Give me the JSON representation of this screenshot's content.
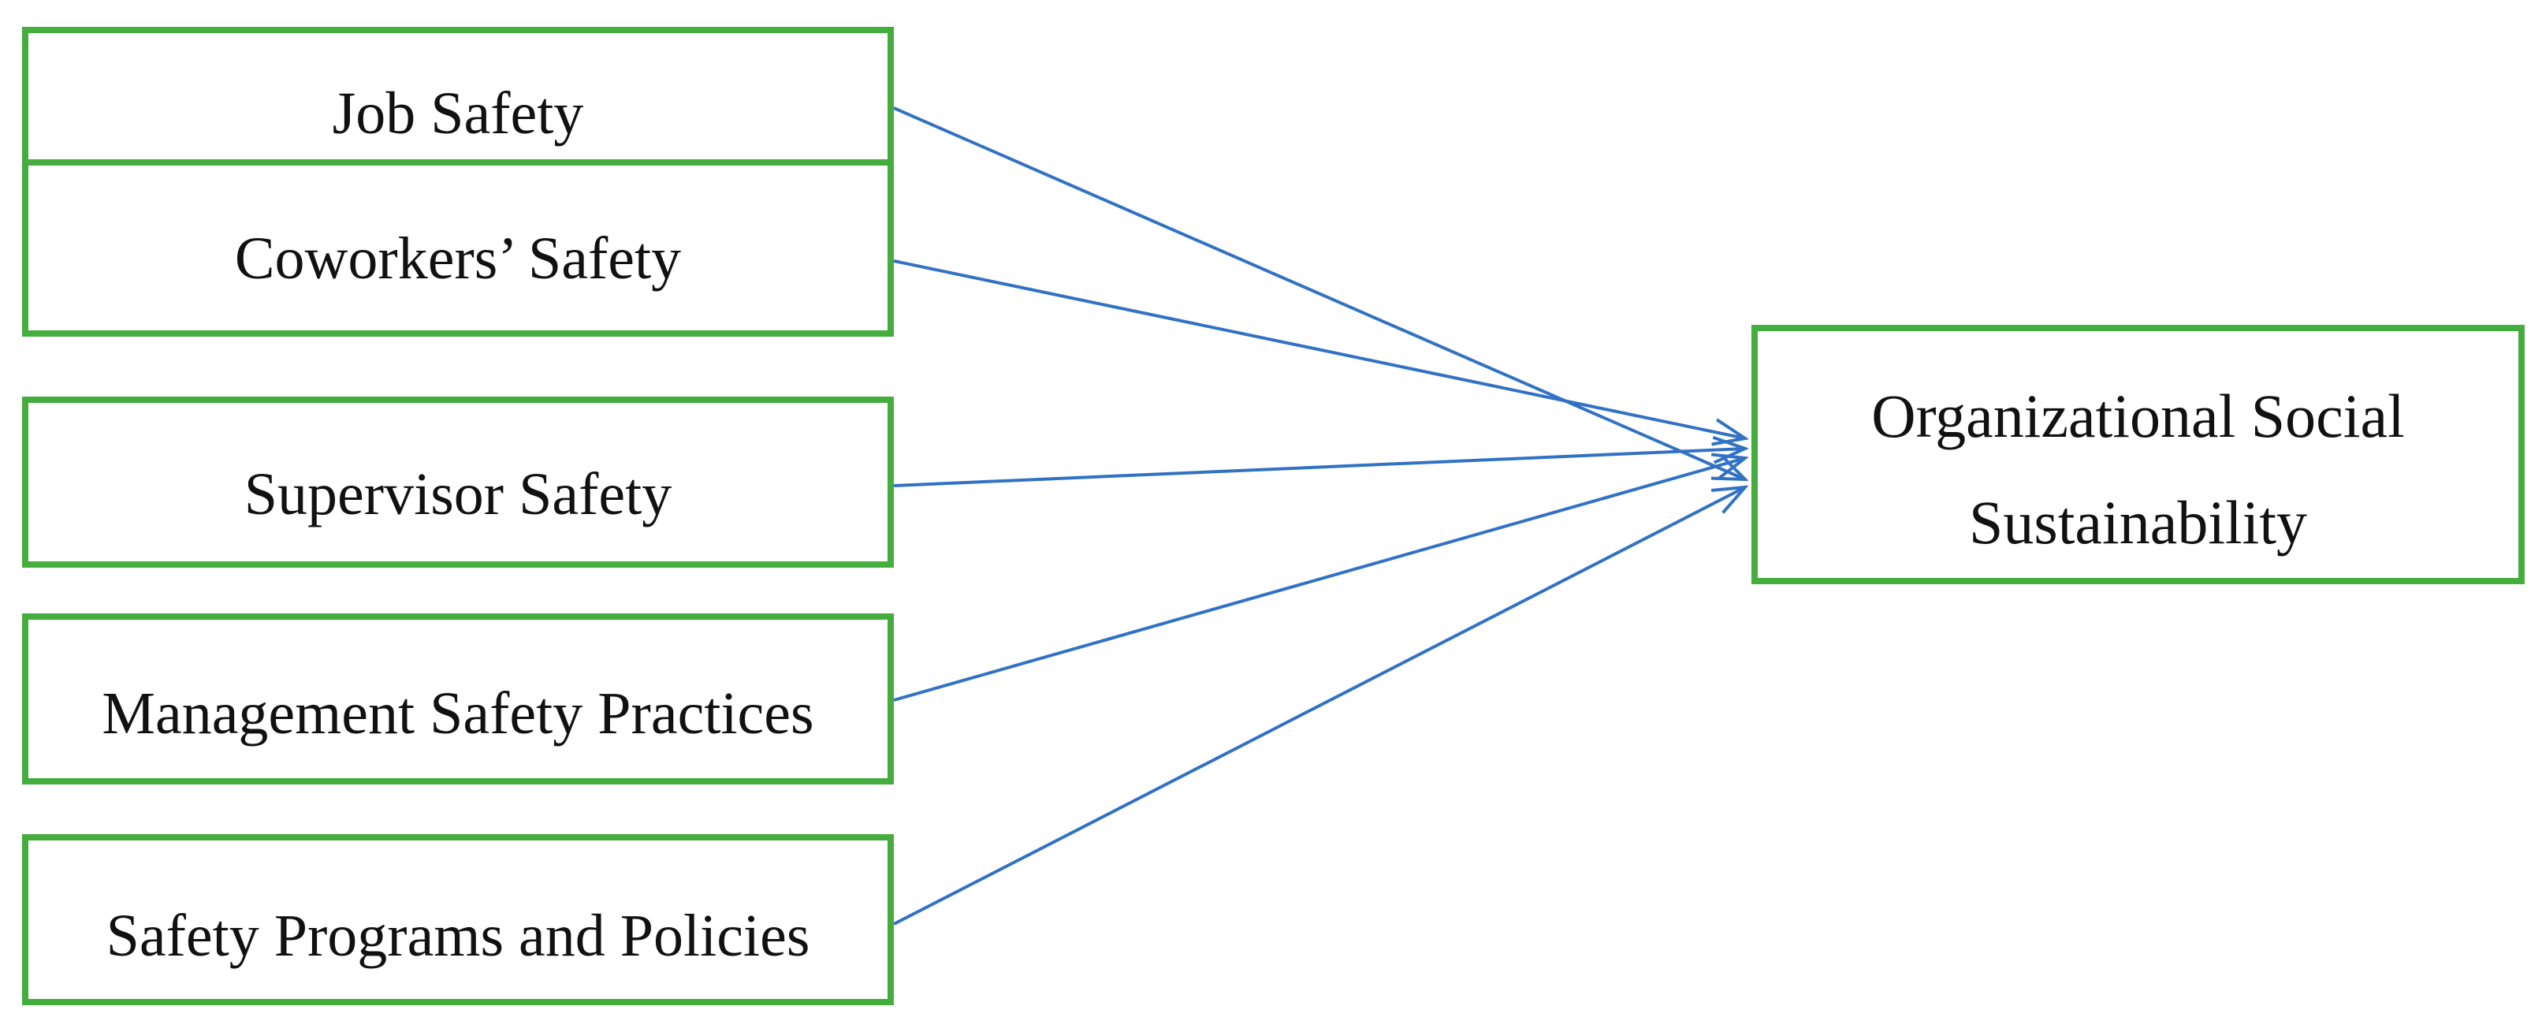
{
  "figure": {
    "description": "Conceptual model: five safety climate factors predicting organizational social sustainability",
    "colors": {
      "box_border": "#45ad3d",
      "arrow": "#3272c4",
      "text": "#111111",
      "background": "#ffffff"
    },
    "nodes": [
      {
        "id": "job-safety",
        "label": "Job Safety"
      },
      {
        "id": "coworkers-safety",
        "label": "Coworkers’ Safety"
      },
      {
        "id": "supervisor-safety",
        "label": "Supervisor Safety"
      },
      {
        "id": "management-safety-practices",
        "label": "Management Safety Practices"
      },
      {
        "id": "safety-programs-policies",
        "label": "Safety Programs and Policies"
      },
      {
        "id": "organizational-social-sustainability",
        "label": "Organizational Social Sustainability"
      }
    ],
    "edges": [
      {
        "from": "job-safety",
        "to": "organizational-social-sustainability"
      },
      {
        "from": "coworkers-safety",
        "to": "organizational-social-sustainability"
      },
      {
        "from": "supervisor-safety",
        "to": "organizational-social-sustainability"
      },
      {
        "from": "management-safety-practices",
        "to": "organizational-social-sustainability"
      },
      {
        "from": "safety-programs-policies",
        "to": "organizational-social-sustainability"
      }
    ]
  }
}
